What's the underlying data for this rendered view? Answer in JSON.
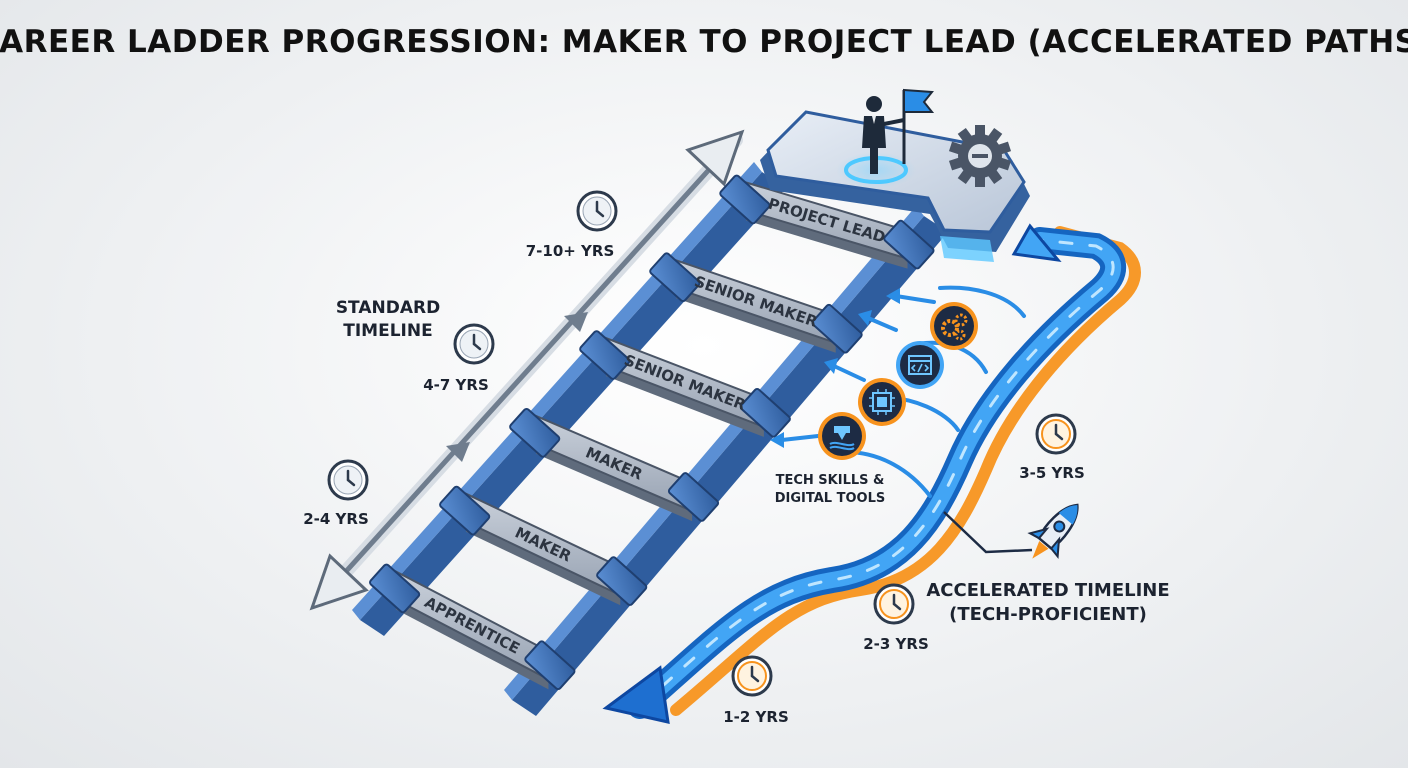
{
  "title": "CAREER LADDER PROGRESSION: MAKER TO PROJECT LEAD (ACCELERATED PATHS)",
  "standard_timeline": {
    "label_line1": "STANDARD",
    "label_line2": "TIMELINE",
    "milestones": [
      "2-4 YRS",
      "4-7 YRS",
      "7-10+ YRS"
    ]
  },
  "ladder": {
    "rungs": [
      "APPRENTICE",
      "MAKER",
      "MAKER",
      "SENIOR MAKER",
      "SENIOR MAKER",
      "PROJECT LEAD"
    ]
  },
  "tech_skills": {
    "label_line1": "TECH SKILLS &",
    "label_line2": "DIGITAL TOOLS",
    "icons": [
      "3d-printer-icon",
      "chip-icon",
      "code-window-icon",
      "gears-icon"
    ]
  },
  "accelerated_timeline": {
    "label_line1": "ACCELERATED TIMELINE",
    "label_line2": "(TECH-PROFICIENT)",
    "milestones": [
      "1-2 YRS",
      "2-3 YRS",
      "3-5 YRS"
    ],
    "icon": "rocket-icon"
  },
  "summit_icons": [
    "leader-with-flag-icon",
    "gear-icon"
  ],
  "colors": {
    "ladder_blue": "#3f6fb0",
    "ladder_grey": "#8a96a6",
    "accelerated_blue": "#1e88e5",
    "accelerated_orange": "#f7931e",
    "standard_arrow": "#6f7d8e"
  }
}
